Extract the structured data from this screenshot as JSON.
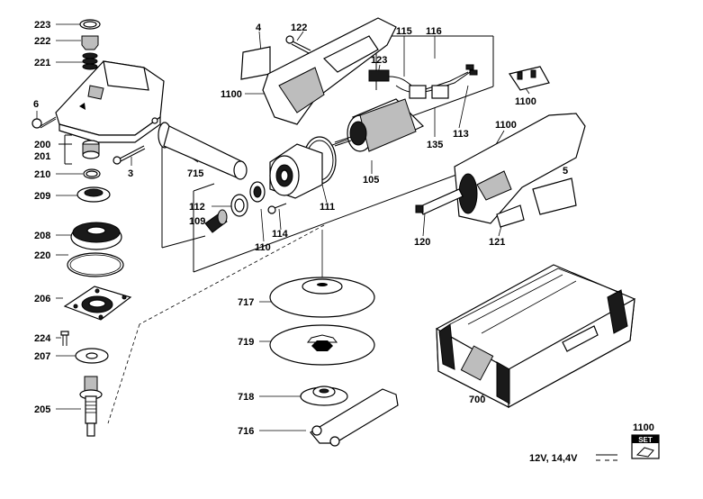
{
  "labels": {
    "l223": "223",
    "l222": "222",
    "l221": "221",
    "l6": "6",
    "l200": "200",
    "l201": "201",
    "l210": "210",
    "l209": "209",
    "l208": "208",
    "l220": "220",
    "l206": "206",
    "l224": "224",
    "l207": "207",
    "l205": "205",
    "l3": "3",
    "l715": "715",
    "l4": "4",
    "l122": "122",
    "l1100a": "1100",
    "l115": "115",
    "l116": "116",
    "l123": "123",
    "l1100b": "1100",
    "l135": "135",
    "l113": "113",
    "l105": "105",
    "l1100c": "1100",
    "l5": "5",
    "l112": "112",
    "l109": "109",
    "l110": "110",
    "l114": "114",
    "l111": "111",
    "l120": "120",
    "l121": "121",
    "l717": "717",
    "l719": "719",
    "l718": "718",
    "l716": "716",
    "l700": "700",
    "l1100d": "1100"
  },
  "footer": {
    "voltage": "12V, 14,4V",
    "set_badge": "SET"
  }
}
